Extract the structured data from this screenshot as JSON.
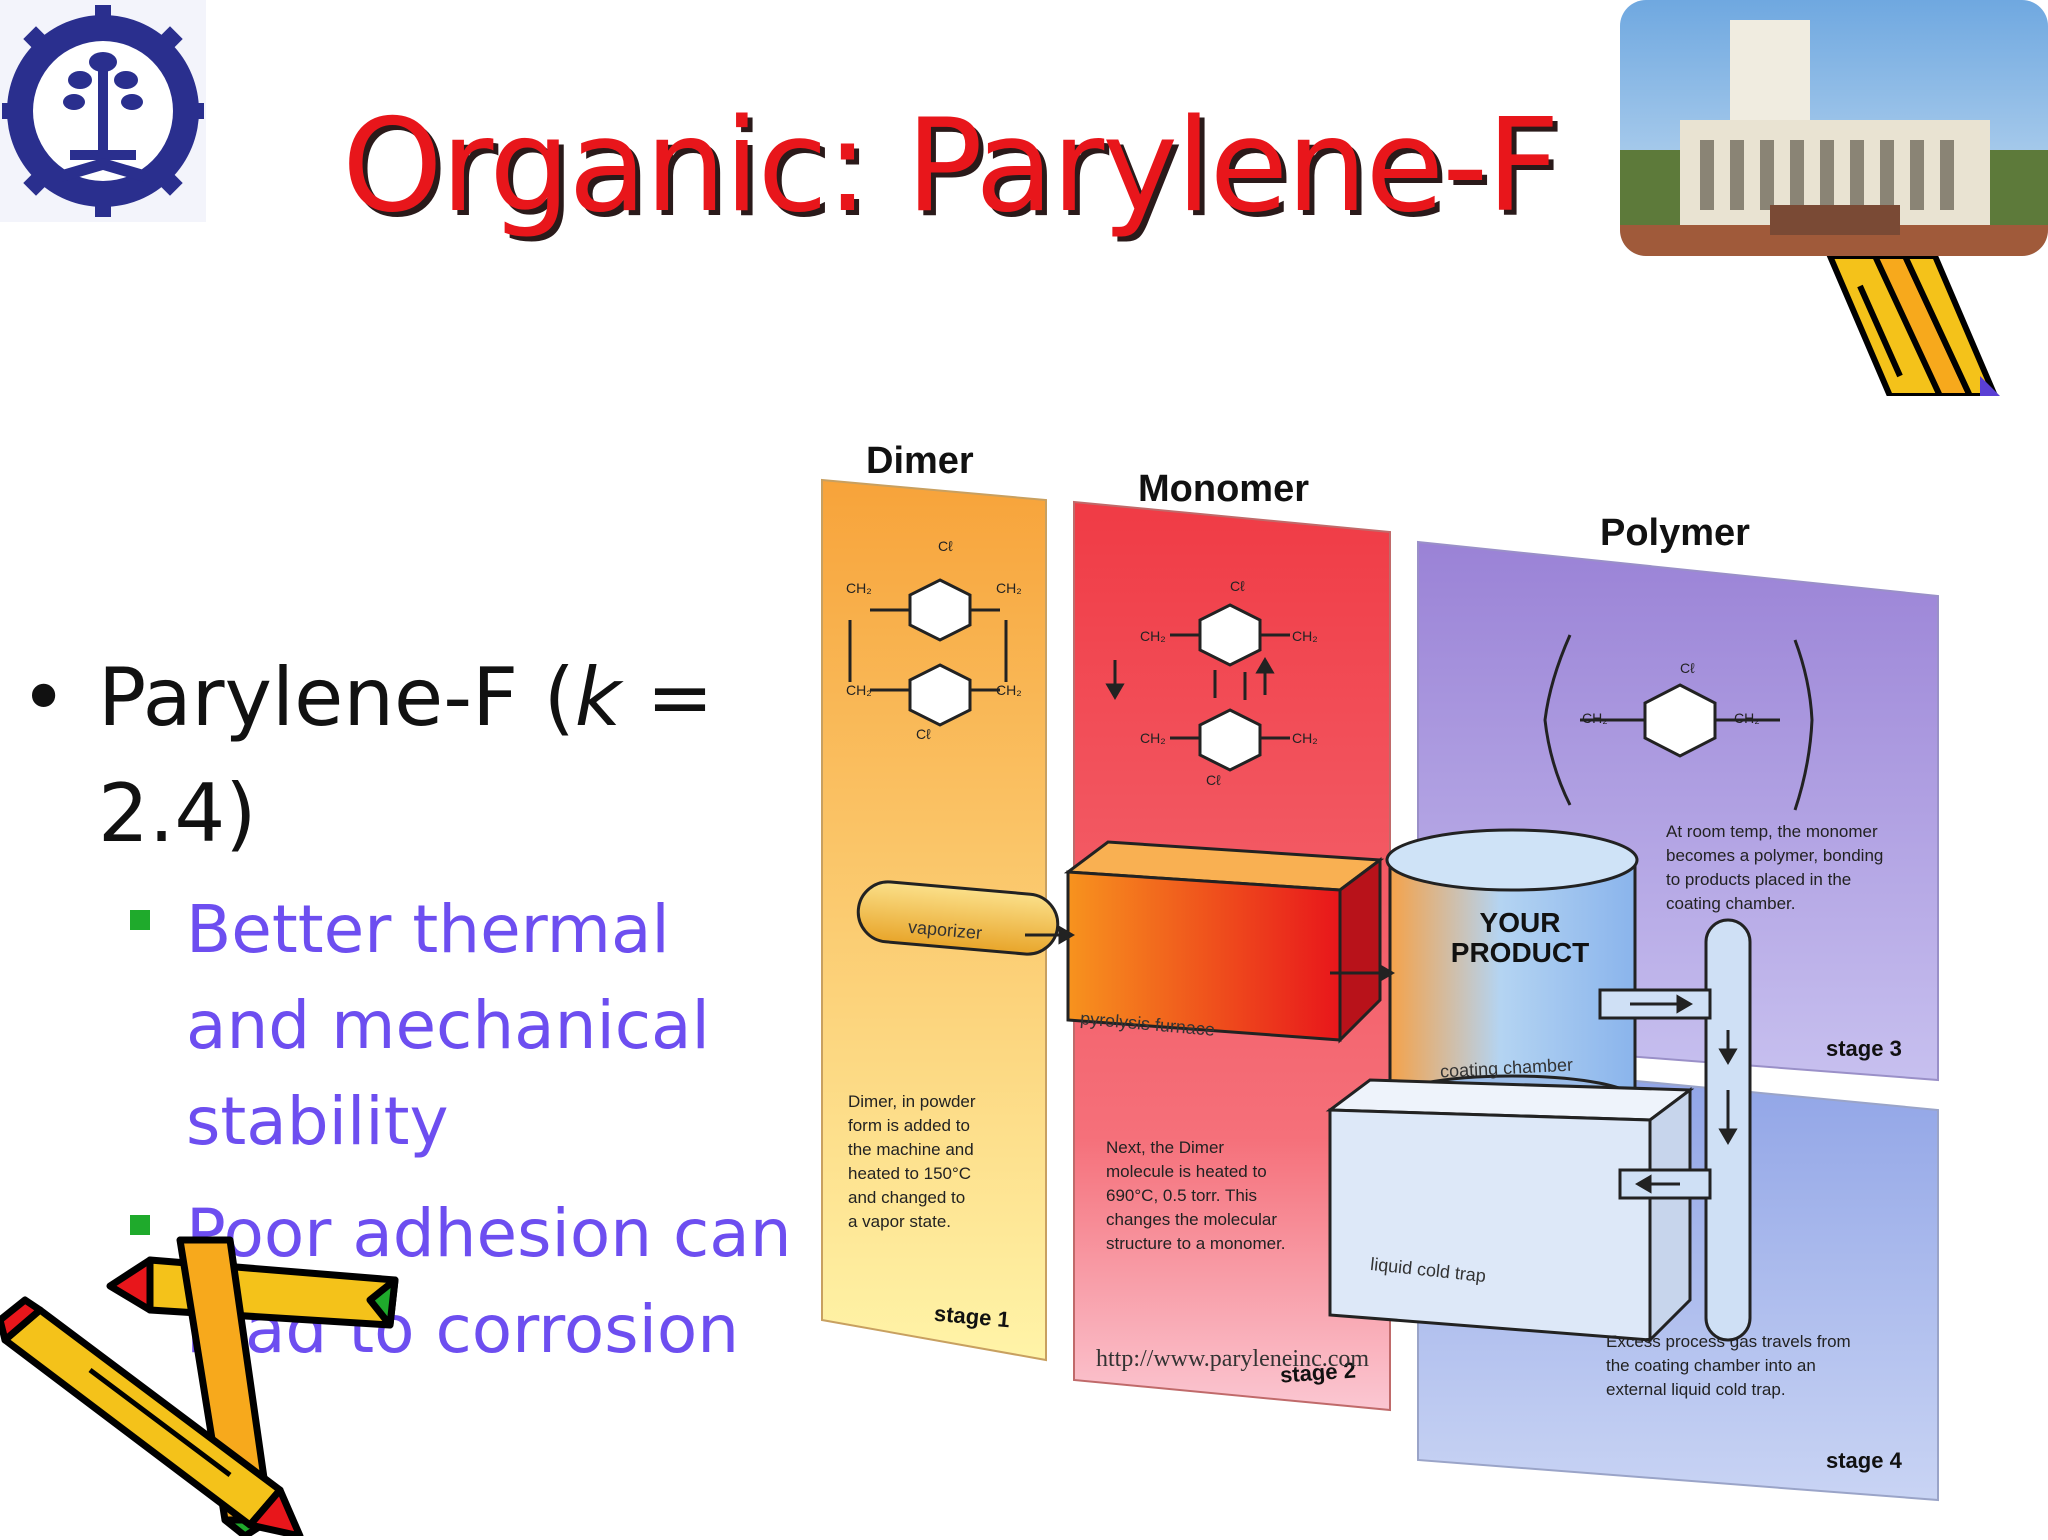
{
  "slide": {
    "title": "Organic: Parylene-F",
    "bullet_main_pre": "Parylene-F (",
    "bullet_main_k": "k",
    "bullet_main_line1_post": " =",
    "bullet_main_line2": "2.4)",
    "sub_bullets": [
      [
        "Better thermal",
        "and mechanical",
        "stability"
      ],
      [
        "Poor adhesion can",
        "lead to corrosion"
      ]
    ]
  },
  "diagram": {
    "headers": {
      "dimer": "Dimer",
      "monomer": "Monomer",
      "polymer": "Polymer"
    },
    "chem": {
      "ch2": "CH₂",
      "cl": "Cℓ"
    },
    "labels": {
      "vaporizer": "vaporizer",
      "pyrolysis": "pyrolysis furnace",
      "product_line1": "YOUR",
      "product_line2": "PRODUCT",
      "coating": "coating chamber",
      "cold_trap": "liquid cold trap"
    },
    "descriptions": {
      "stage1": [
        "Dimer, in powder",
        "form is added to",
        "the machine and",
        "heated to 150°C",
        "and changed to",
        "a vapor state."
      ],
      "stage2": [
        "Next, the Dimer",
        "molecule is heated to",
        "690°C, 0.5 torr. This",
        "changes the molecular",
        "structure to a monomer."
      ],
      "stage3": [
        "At room temp, the monomer",
        "becomes a polymer, bonding",
        "to products placed in the",
        "coating chamber."
      ],
      "stage4": [
        "Excess process gas travels from",
        "the coating chamber into an",
        "external liquid cold trap."
      ]
    },
    "stages": {
      "s1": "stage 1",
      "s2": "stage 2",
      "s3": "stage 3",
      "s4": "stage 4"
    },
    "watermark": "http://www.paryleneinc.com"
  },
  "colors": {
    "title": "#e8161b",
    "title_shadow": "#2a1a1a",
    "sub_bullet_text": "#6d4ef0",
    "sub_bullet_marker": "#1faa2c",
    "dimer_panel": "#f7b03a",
    "monomer_panel": "#f0474c",
    "polymer_panel": "#9a86d6"
  },
  "icons": {
    "logo": "institute-emblem-icon",
    "photo": "campus-building-photo",
    "top_right_clipart": "pencil-clipart-icon",
    "bottom_left_clipart": "crossed-pencils-clipart-icon"
  }
}
